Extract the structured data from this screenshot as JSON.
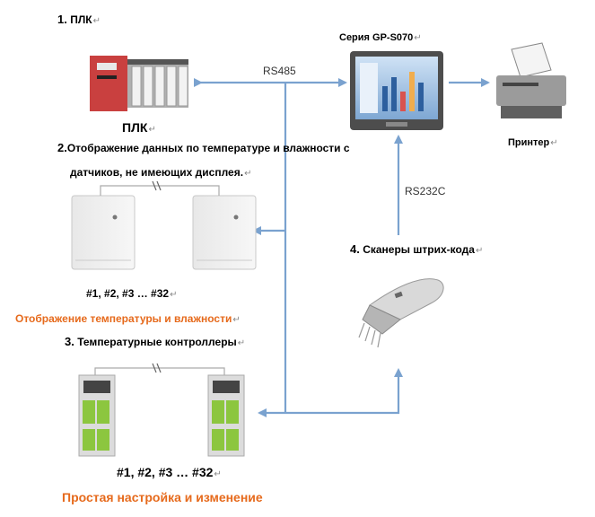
{
  "sections": {
    "plc": {
      "num": "1.",
      "label": "ПЛК"
    },
    "plc_caption": "ПЛК",
    "hmi_label": "Серия GP-S070",
    "printer_label": "Принтер",
    "sensors": {
      "num": "2.",
      "line1": "Отображение данных по температуре и влажности с",
      "line2": "датчиков, не имеющих дисплея.",
      "ids": "#1, #2, #3 … #32",
      "caption": "Отображение температуры и влажности"
    },
    "controllers": {
      "num": "3.",
      "label": "Температурные контроллеры",
      "ids": "#1, #2, #3 … #32",
      "caption": "Простая настройка и изменение"
    },
    "scanners": {
      "num": "4.",
      "label": "Сканеры штрих-кода"
    }
  },
  "links": {
    "rs485": "RS485",
    "rs232c": "RS232C"
  },
  "return_mark": "↵",
  "colors": {
    "arrow": "#7aa2cf",
    "caption": "#e66a1c"
  }
}
